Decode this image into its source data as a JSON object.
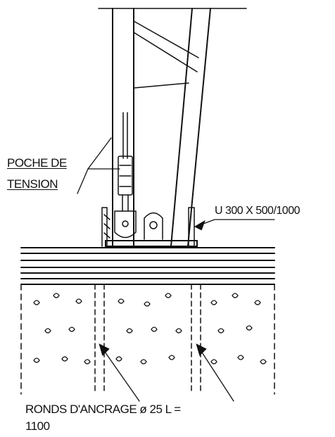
{
  "labels": {
    "poche_line1": "POCHE DE",
    "poche_line2": "TENSION",
    "u_profile": "U 300 X 500/1000",
    "ronds_line1": "RONDS D'ANCRAGE ø 25 L =",
    "ronds_line2": "1100"
  },
  "colors": {
    "ink": "#111111",
    "background": "#ffffff"
  }
}
